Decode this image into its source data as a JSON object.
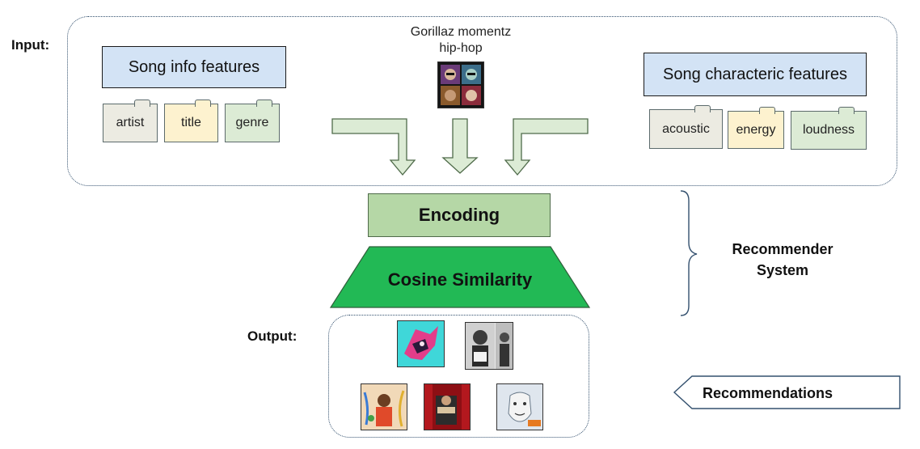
{
  "labels": {
    "input": "Input:",
    "output": "Output:"
  },
  "song_info": {
    "title": "Song info features",
    "tags": [
      "artist",
      "title",
      "genre"
    ]
  },
  "song_characteristic": {
    "title": "Song characteric features",
    "tags": [
      "acoustic",
      "energy",
      "loudness"
    ]
  },
  "input_song": {
    "name": "Gorillaz momentz",
    "genre": "hip-hop"
  },
  "pipeline": {
    "encoding": "Encoding",
    "similarity": "Cosine Similarity",
    "system_line1": "Recommender",
    "system_line2": "System"
  },
  "recommendations_label": "Recommendations",
  "colors": {
    "feature_title_bg": "#d3e3f5",
    "encoding_bg": "#b5d7a6",
    "similarity_bg": "#22b955",
    "arrow_fill": "#dcebd5",
    "tag_gray": "#ecebe2",
    "tag_yellow": "#fdf2cf",
    "tag_green": "#dcebd5"
  }
}
